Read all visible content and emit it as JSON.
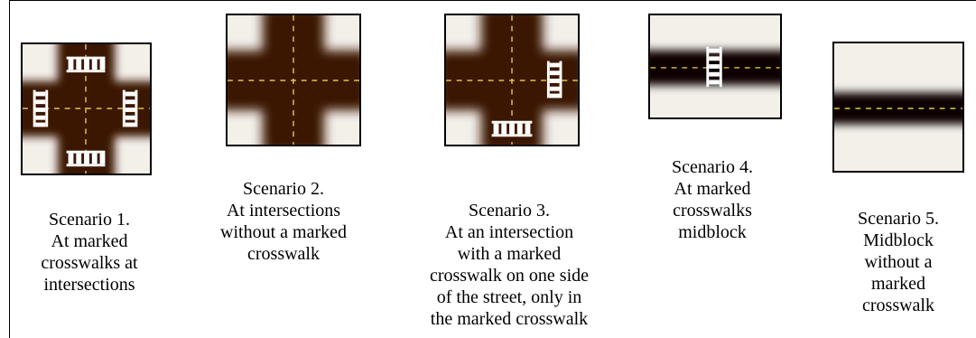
{
  "scenarios": [
    {
      "title": "Scenario 1.",
      "lines": [
        "At marked",
        "crosswalks at",
        "intersections"
      ],
      "thumbnail": "intersection-all-marked-crosswalks"
    },
    {
      "title": "Scenario 2.",
      "lines": [
        "At intersections",
        "without a marked",
        "crosswalk"
      ],
      "thumbnail": "intersection-no-crosswalks"
    },
    {
      "title": "Scenario 3.",
      "lines": [
        "At an intersection",
        "with a marked",
        "crosswalk on one side",
        "of the street, only in",
        "the marked crosswalk"
      ],
      "thumbnail": "intersection-two-crosswalks"
    },
    {
      "title": "Scenario 4.",
      "lines": [
        "At marked",
        "crosswalks",
        "midblock"
      ],
      "thumbnail": "midblock-marked-crosswalk"
    },
    {
      "title": "Scenario 5.",
      "lines": [
        "Midblock",
        "without a",
        "marked",
        "crosswalk"
      ],
      "thumbnail": "midblock-no-crosswalk"
    }
  ],
  "colors": {
    "road": "#3a1606",
    "road_dark": "#0b0403",
    "lane_line": "#e2c34a",
    "crosswalk": "#ffffff",
    "curb": "#f3efe9"
  }
}
